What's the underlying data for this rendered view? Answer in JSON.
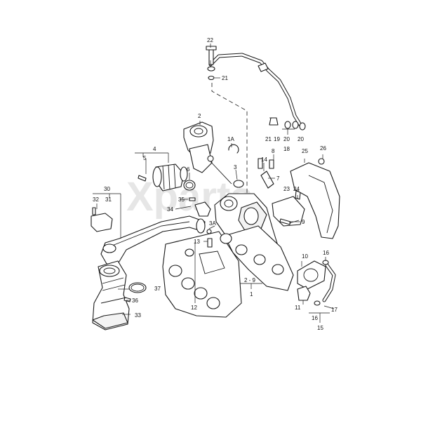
{
  "watermark": "Xparts",
  "callouts": {
    "c1": "1",
    "c1a": "1A",
    "c2": "2",
    "c3": "3",
    "c3a": "3A",
    "c4": "4",
    "c5": "5",
    "c6": "6",
    "c7": "7",
    "c8": "8",
    "c9": "9",
    "c10": "10",
    "c11": "11",
    "c12": "12",
    "c13": "13",
    "c14": "14",
    "c15": "15",
    "c16a": "16",
    "c16b": "16",
    "c17": "17",
    "c18": "18",
    "c19": "19",
    "c20a": "20",
    "c20b": "20",
    "c21a": "21",
    "c21b": "21",
    "c22": "22",
    "c23": "23",
    "c24": "24",
    "c25": "25",
    "c26": "26",
    "c29": "2 - 9",
    "c30": "30",
    "c31": "31",
    "c32": "32",
    "c33": "33",
    "c34": "34",
    "c35": "35",
    "c36": "36",
    "c37": "37"
  }
}
